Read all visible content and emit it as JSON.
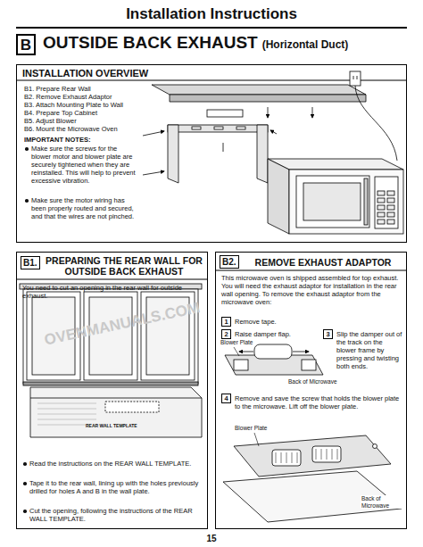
{
  "diagram": {
    "title": "Installation Instructions",
    "nodes": [
      {
        "text": [
          "B"
        ]
      },
      {
        "text": [
          "INSTALLATION OVERVIEW",
          "B1. Prepare Rear Wall",
          "B2. Remove Exhaust Adaptor",
          "B3. Attach Mounting Plate to Wall",
          "B4. Prepare Top Cabinet",
          "B5. Adjust Blower",
          "B6. Mount the Microwave Oven",
          "IMPORTANT NOTES:",
          "Make sure the screws for the blower motor and blower plate are securely tightened when they are reinstalled. This will help to prevent excessive vibration.",
          "Make sure the motor wiring has been properly routed and secured, and that the wires are not pinched."
        ]
      },
      {
        "text": [
          "B1.",
          "PREPARING THE REAR WALL FOR OUTSIDE BACK EXHAUST",
          "You need to cut an opening in the rear wall for outside exhaust.",
          "Read the instructions on the REAR WALL TEMPLATE.",
          "Tape it to the rear wall, lining up with the holes previously drilled for holes A and B in the wall plate.",
          "Cut the opening, following the instructions of the REAR WALL TEMPLATE."
        ]
      },
      {
        "text": [
          "B2.",
          "REMOVE EXHAUST ADAPTOR",
          "This microwave oven is shipped assembled for top exhaust. You will need the exhaust adaptor for installation in the rear wall opening. To remove the exhaust adaptor from the microwave oven:",
          "1",
          "Remove tape.",
          "2",
          "Raise damper flap.",
          "3",
          "Slip the damper out of the track on the blower frame by pressing and twisting both ends.",
          "4",
          "Remove and save the screw that holds the blower plate to the microwave. Lift off the blower plate."
        ]
      }
    ],
    "labels": [
      "OUTSIDE BACK EXHAUST",
      "(Horizontal Duct)",
      "REAR WALL TEMPLATE",
      "Blower Plate",
      "Back of Microwave",
      "Blower Plate",
      "Back of Microwave",
      "OVENMANUALS.COM",
      "15"
    ]
  }
}
